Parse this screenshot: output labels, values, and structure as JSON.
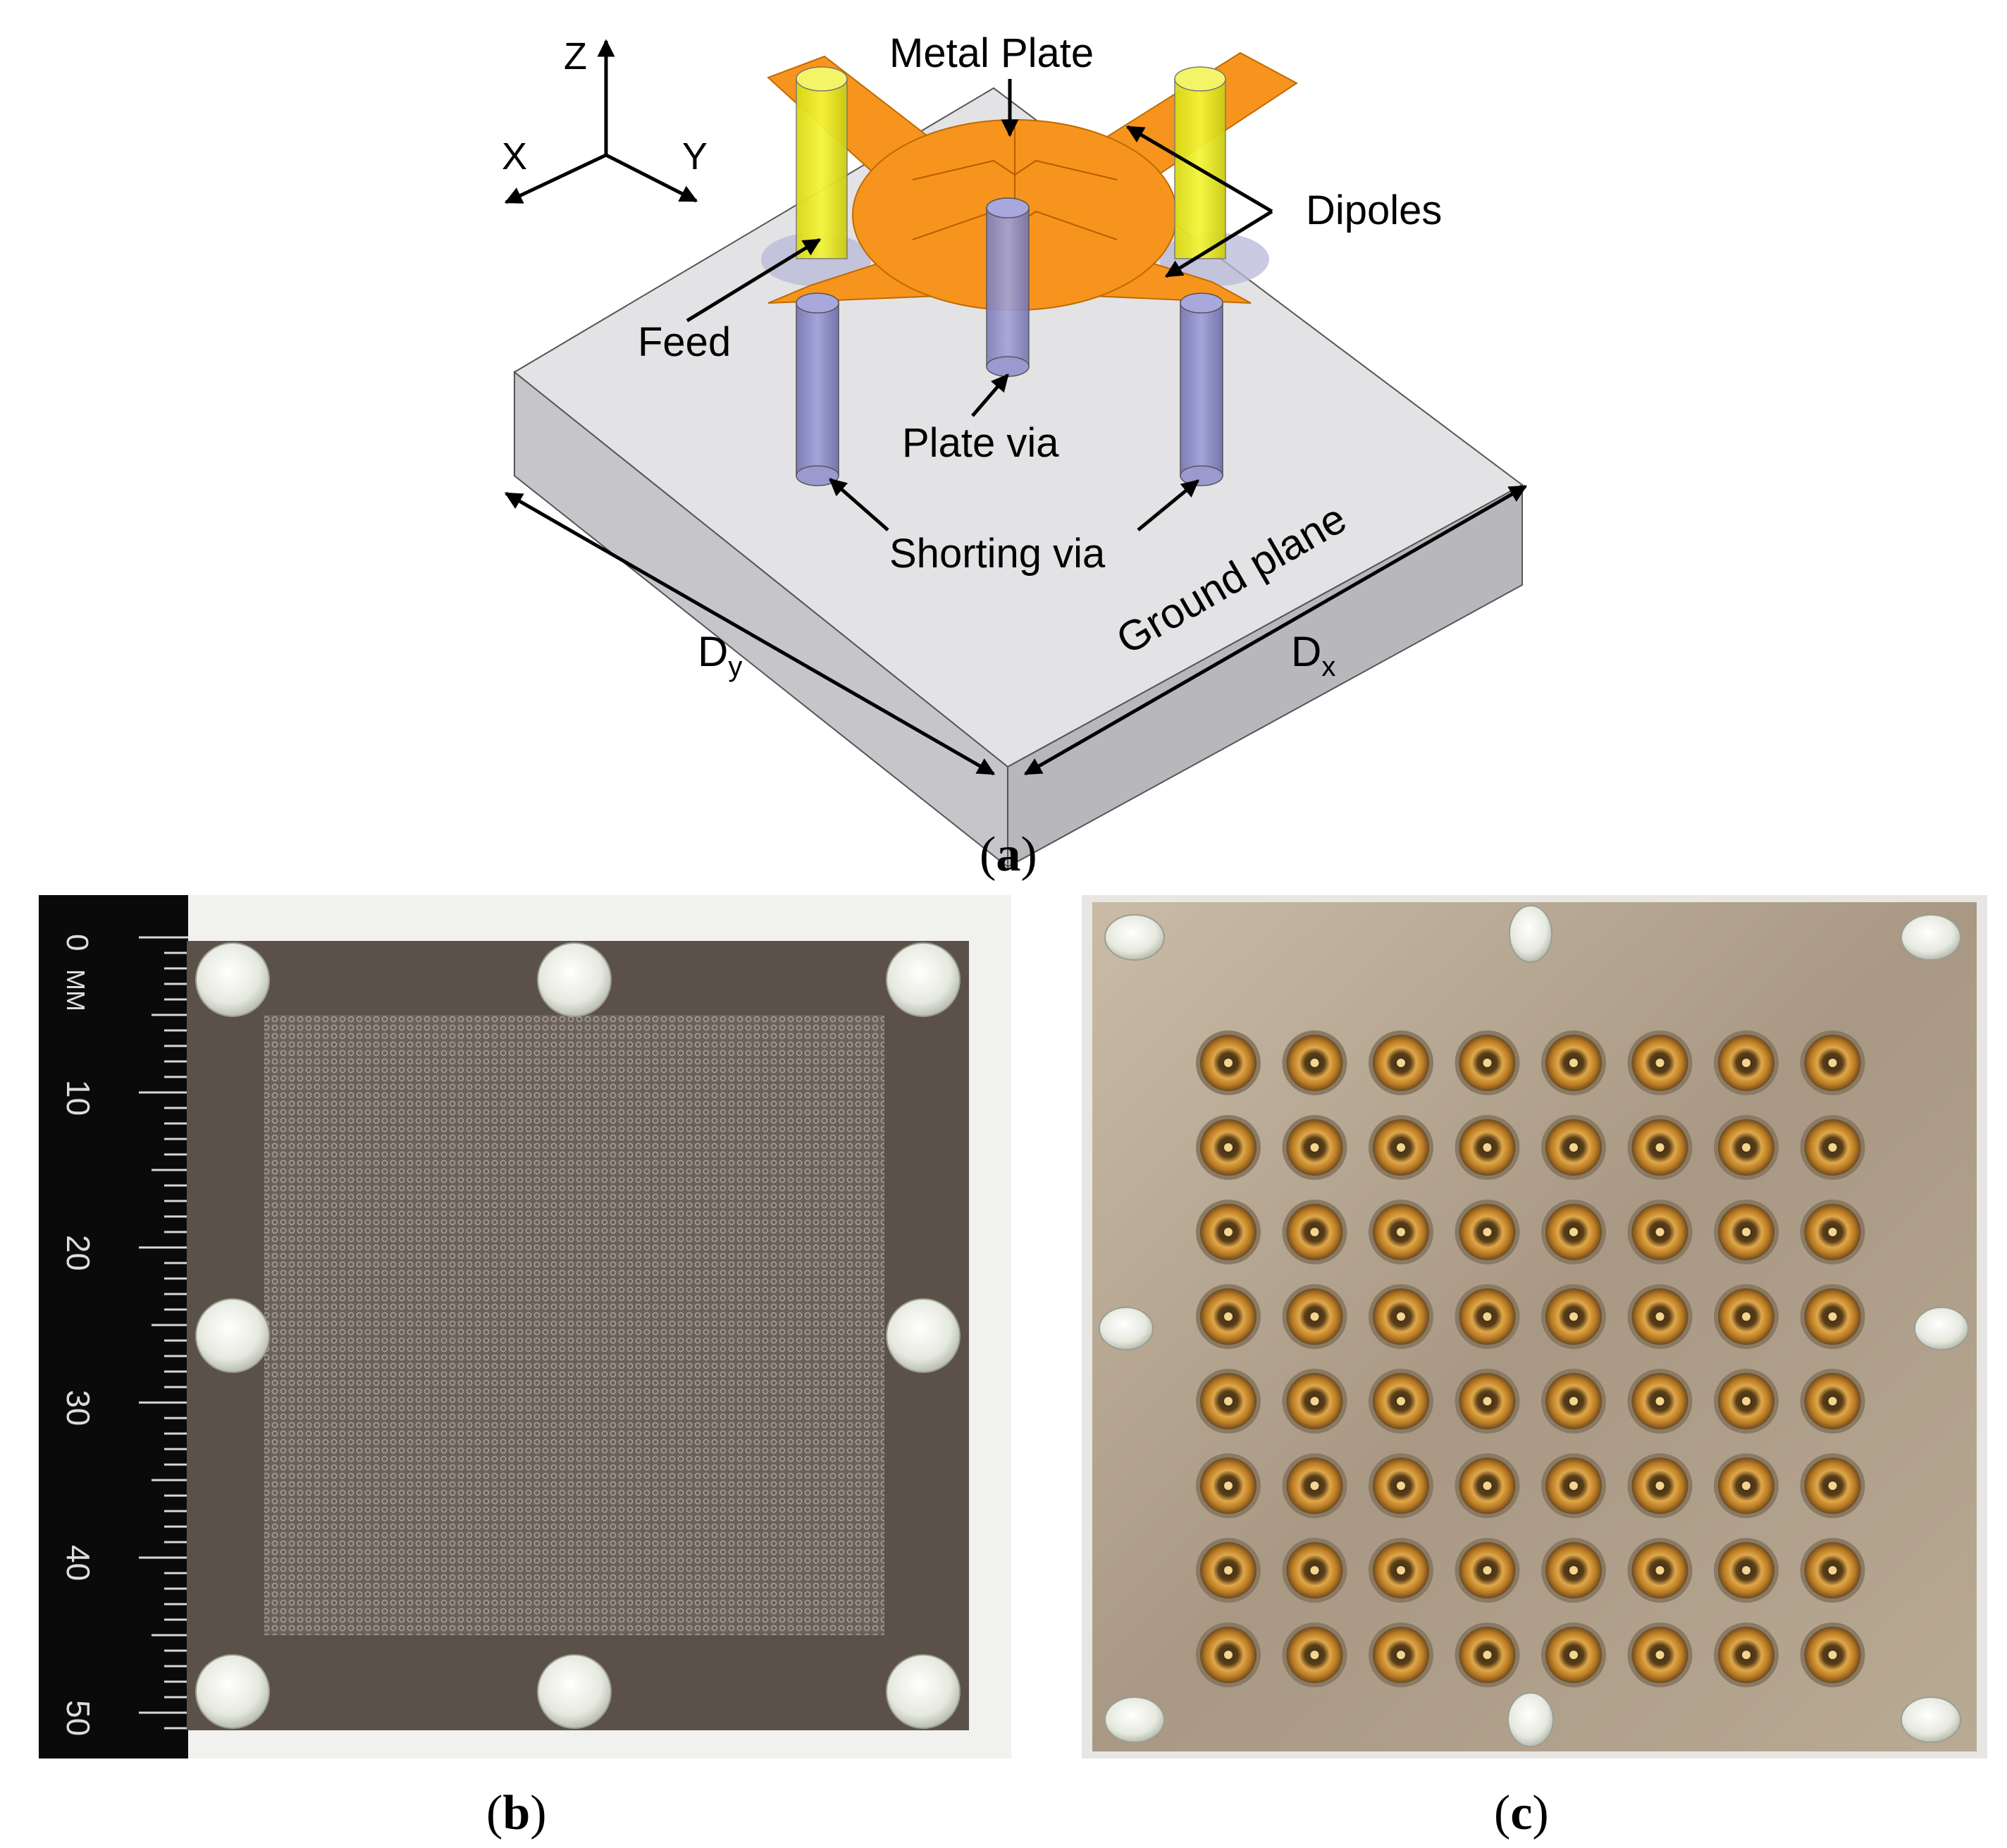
{
  "panel_a": {
    "axes": {
      "z": "Z",
      "x": "X",
      "y": "Y"
    },
    "labels": {
      "metal_plate": "Metal Plate",
      "dipoles": "Dipoles",
      "feed": "Feed",
      "plate_via": "Plate via",
      "shorting_via": "Shorting via",
      "ground_plane": "Ground plane",
      "dy_main": "D",
      "dy_sub": "y",
      "dx_main": "D",
      "dx_sub": "x"
    },
    "caption": {
      "open": "(",
      "letter": "a",
      "close": ")"
    },
    "colors": {
      "metal_plate": "#F7941D",
      "feed_cylinder": "#E5E51F",
      "via_cylinder": "#8C8CC8",
      "substrate_top": "#E3E3E6",
      "substrate_side": "#BEBEC2"
    }
  },
  "panel_b": {
    "ruler_ticks": [
      "0",
      "MM",
      "10",
      "20",
      "30",
      "40",
      "50"
    ],
    "caption": {
      "open": "(",
      "letter": "b",
      "close": ")"
    },
    "colors": {
      "board": "#5C5148",
      "ruler": "#0A0A0A",
      "standoff": "#E9ECE4"
    }
  },
  "panel_c": {
    "connector_rows": 8,
    "connector_cols": 8,
    "caption": {
      "open": "(",
      "letter": "c",
      "close": ")"
    },
    "colors": {
      "plate": "#B8A892",
      "connector": "#C98A2E",
      "standoff": "#EDEDE2"
    }
  }
}
